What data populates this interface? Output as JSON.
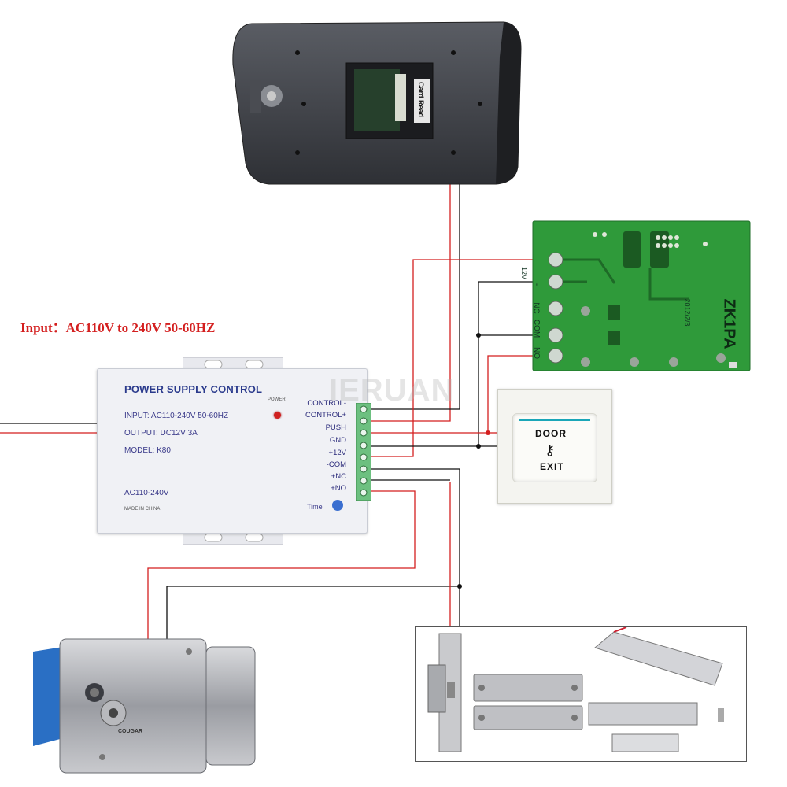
{
  "input_label": "Input：AC110V to 240V 50-60HZ",
  "watermark": "IERUAN",
  "power_supply": {
    "title": "POWER SUPPLY CONTROL",
    "input": "INPUT: AC110-240V  50-60HZ",
    "output": "OUTPUT: DC12V  3A",
    "model": "MODEL: K80",
    "ac": "AC110-240V",
    "made_in": "MADE IN CHINA",
    "power_led": "POWER",
    "time_label": "Time",
    "terminals": [
      "CONTROL-",
      "CONTROL+",
      "PUSH",
      "GND",
      "+12V",
      "-COM",
      "+NC",
      "+NO"
    ]
  },
  "reader": {
    "label": "Card Read"
  },
  "relay_board": {
    "model": "ZK1PA",
    "date": "2012/2/3",
    "pins": [
      "12V",
      "-",
      "NC",
      "COM",
      "NO"
    ]
  },
  "exit_button": {
    "line1": "DOOR",
    "line2": "EXIT"
  },
  "rim_lock": {
    "brand": "COUGAR"
  },
  "colors": {
    "red_wire": "#d41f1f",
    "black_wire": "#111111",
    "board_green": "#2f9a3a"
  }
}
